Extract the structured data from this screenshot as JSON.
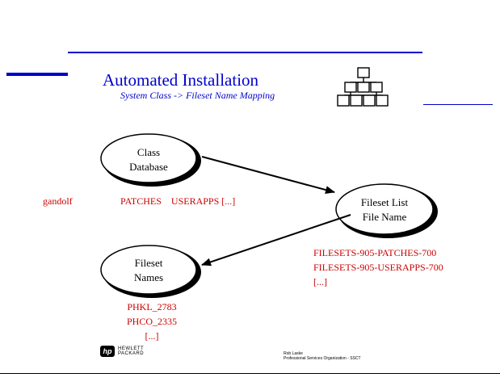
{
  "title": "Automated Installation",
  "subtitle": "System Class -> Fileset Name Mapping",
  "nodes": {
    "class_db": [
      "Class",
      "Database"
    ],
    "fileset_list": [
      "Fileset List",
      "File Name"
    ],
    "fileset_names": [
      "Fileset",
      "Names"
    ]
  },
  "class_row": {
    "host": "gandolf",
    "classes": "PATCHES    USERAPPS [...]"
  },
  "fileset_files": [
    "FILESETS-905-PATCHES-700",
    "FILESETS-905-USERAPPS-700",
    "[...]"
  ],
  "fileset_entries": [
    "PHKL_2783",
    "PHCO_2335",
    "[...]"
  ],
  "logo": {
    "mark": "hp",
    "line1": "HEWLETT",
    "line2": "PACKARD"
  },
  "footer": {
    "line1": "Rob Laske",
    "line2": "Professional Services Organization - SSCT"
  },
  "colors": {
    "accent": "#0000cc",
    "value_text": "#cc0000"
  }
}
